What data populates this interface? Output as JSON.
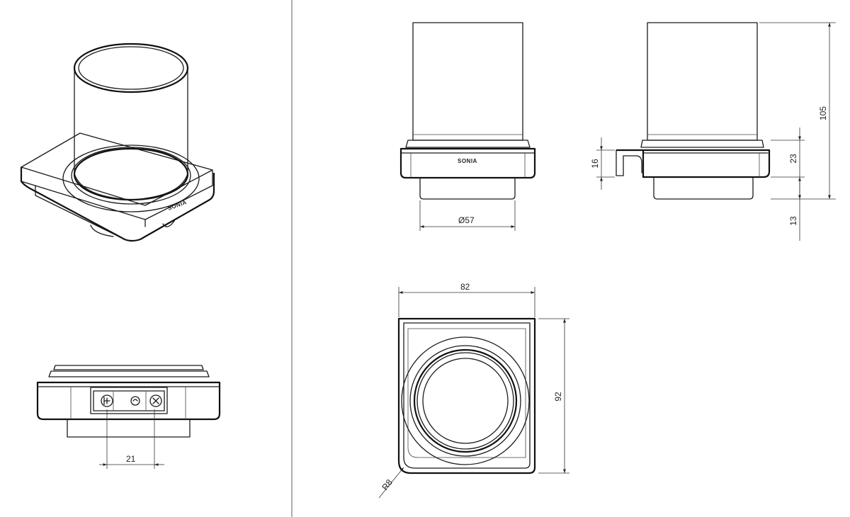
{
  "brand_label": "SONIA",
  "dimensions": {
    "diameter": "Ø57",
    "height_total": "105",
    "base_height": "23",
    "bracket_height": "16",
    "bottom_offset": "13",
    "width": "82",
    "depth": "92",
    "corner_radius": "R8",
    "screw_spacing": "21"
  }
}
